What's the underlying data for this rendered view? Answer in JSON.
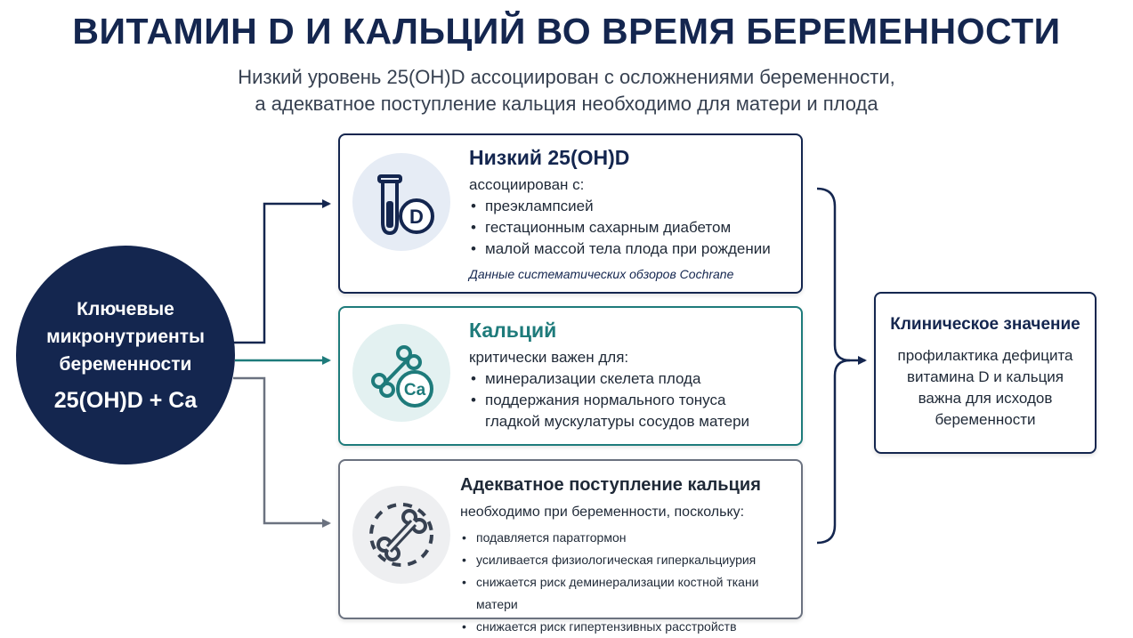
{
  "title": "ВИТАМИН D И КАЛЬЦИЙ ВО ВРЕМЯ БЕРЕМЕННОСТИ",
  "subtitle": {
    "line1": "Низкий уровень 25(OH)D ассоциирован с осложнениями беременности,",
    "line2": "а адекватное поступление кальция необходимо для матери и плода"
  },
  "hub": {
    "line1": "Ключевые",
    "line2": "микронутриенты",
    "line3": "беременности",
    "formula": "25(OH)D + Ca"
  },
  "cards": {
    "vitamin_d": {
      "title": "Низкий 25(OH)D",
      "lead": "ассоциирован с:",
      "bullets": [
        "преэклампсией",
        "гестационным сахарным диабетом",
        "малой массой тела плода при рождении"
      ],
      "source": "Данные систематических обзоров Cochrane",
      "icon_label": "D"
    },
    "calcium": {
      "title": "Кальций",
      "lead": "критически важен для:",
      "bullets": [
        "минерализации скелета плода",
        "поддержания нормального тонуса",
        "гладкой мускулатуры сосудов матери"
      ],
      "icon_label": "Ca"
    },
    "intake": {
      "title": "Адекватное поступление кальция",
      "lead": "необходимо при беременности, поскольку:",
      "bullets": [
        "подавляется паратгормон",
        "усиливается физиологическая гиперкальциурия",
        "снижается риск деминерализации костной ткани матери",
        "снижается риск гипертензивных расстройств"
      ]
    }
  },
  "clinical": {
    "title": "Клиническое значение",
    "line1": "профилактика дефицита",
    "line2": "витамина D и кальция",
    "line3": "важна для исходов",
    "line4": "беременности"
  },
  "colors": {
    "navy": "#14264f",
    "teal": "#1e7b7b",
    "gray": "#6b7280"
  },
  "icons": {
    "vitamin_d": "test-tube-icon",
    "calcium": "bone-icon",
    "intake": "bone-dashed-ring-icon"
  }
}
